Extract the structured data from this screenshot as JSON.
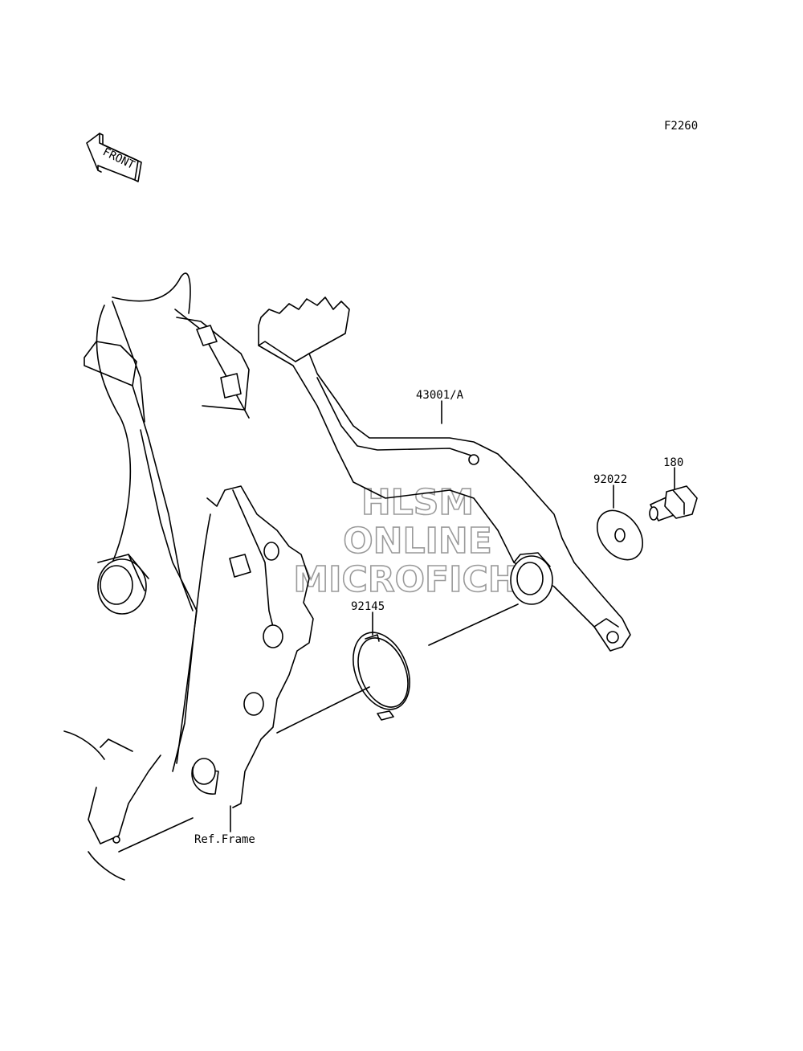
{
  "diagram_code": "F2260",
  "front_arrow_label": "FRONT",
  "callouts": {
    "brake_pedal": "43001/A",
    "washer": "92022",
    "bolt": "180",
    "spring": "92145",
    "ref_frame": "Ref.Frame"
  },
  "watermark": {
    "line1": "HLSM",
    "line2": "ONLINE",
    "line3": "MICROFICHE"
  }
}
